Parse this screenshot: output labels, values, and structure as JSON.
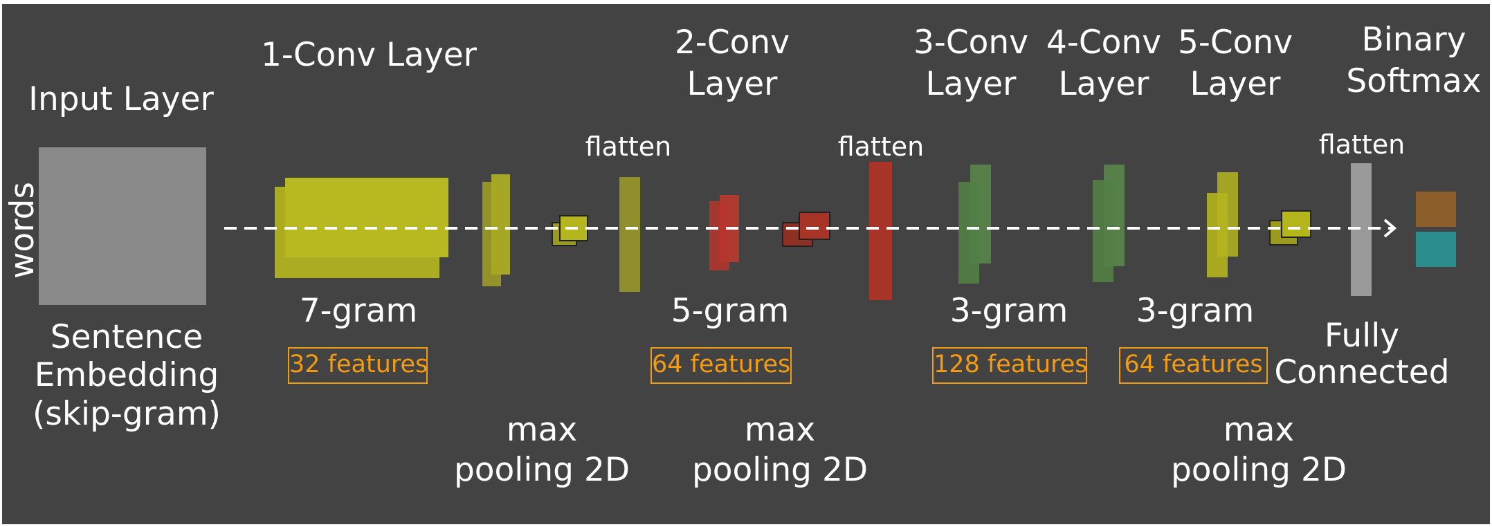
{
  "labels": {
    "input_layer": "Input Layer",
    "words": "words",
    "sentence_line1": "Sentence",
    "sentence_line2": "Embedding",
    "sentence_line3": "(skip-gram)",
    "conv1": "1-Conv Layer",
    "conv2_line1": "2-Conv",
    "conv2_line2": "Layer",
    "conv3_line1": "3-Conv",
    "conv3_line2": "Layer",
    "conv4_line1": "4-Conv",
    "conv4_line2": "Layer",
    "conv5_line1": "5-Conv",
    "conv5_line2": "Layer",
    "softmax_line1": "Binary",
    "softmax_line2": "Softmax",
    "flatten1": "flatten",
    "flatten2": "flatten",
    "flatten3": "flatten",
    "gram7": "7-gram",
    "gram5": "5-gram",
    "gram3a": "3-gram",
    "gram3b": "3-gram",
    "feat1": "32 features",
    "feat2": "64 features",
    "feat3": "128 features",
    "feat4": "64 features",
    "pool1_line1": "max",
    "pool1_line2": "pooling 2D",
    "pool2_line1": "max",
    "pool2_line2": "pooling 2D",
    "pool3_line1": "max",
    "pool3_line2": "pooling 2D",
    "fc_line1": "Fully",
    "fc_line2": "Connected"
  },
  "colors": {
    "background": "#434343",
    "text": "#ffffff",
    "feature_box": "#f39c12",
    "input_block": "#8a8a8a",
    "yellow": "#c8c81e",
    "olive": "#8f8f2e",
    "red": "#c0392b",
    "dark_red": "#a83428",
    "green": "#5a8a4a",
    "fc_gray": "#9a9a9a",
    "softmax_brown": "#8c5f2a",
    "softmax_teal": "#2a8c8c"
  }
}
